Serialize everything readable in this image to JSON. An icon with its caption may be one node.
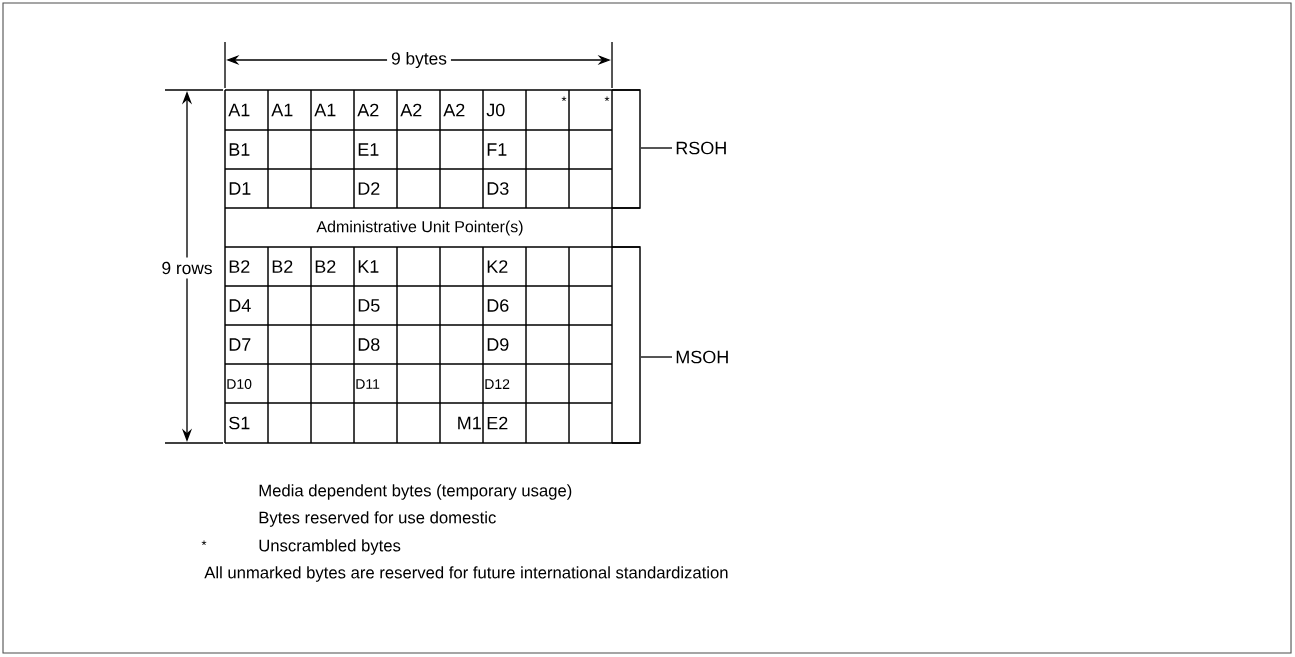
{
  "diagram": {
    "labels": [
      "9 bytes",
      "A1",
      "A1",
      "A1",
      "A2",
      "A2",
      "A2",
      "J0",
      "*",
      "*",
      "B1",
      "E1",
      "F1",
      "RSOH",
      "D1",
      "D2",
      "D3",
      "Administrative Unit Pointer(s)",
      "9 rows",
      "B2",
      "B2",
      "B2",
      "K1",
      "K2",
      "D4",
      "D5",
      "D6",
      "D7",
      "D8",
      "D9",
      "MSOH",
      "D10",
      "D11",
      "D12",
      "S1",
      "M1",
      "E2",
      "Media dependent bytes (temporary usage)",
      "Bytes reserved for use domestic",
      "*",
      "Unscrambled bytes",
      "All unmarked bytes are reserved for future international standardization"
    ]
  }
}
